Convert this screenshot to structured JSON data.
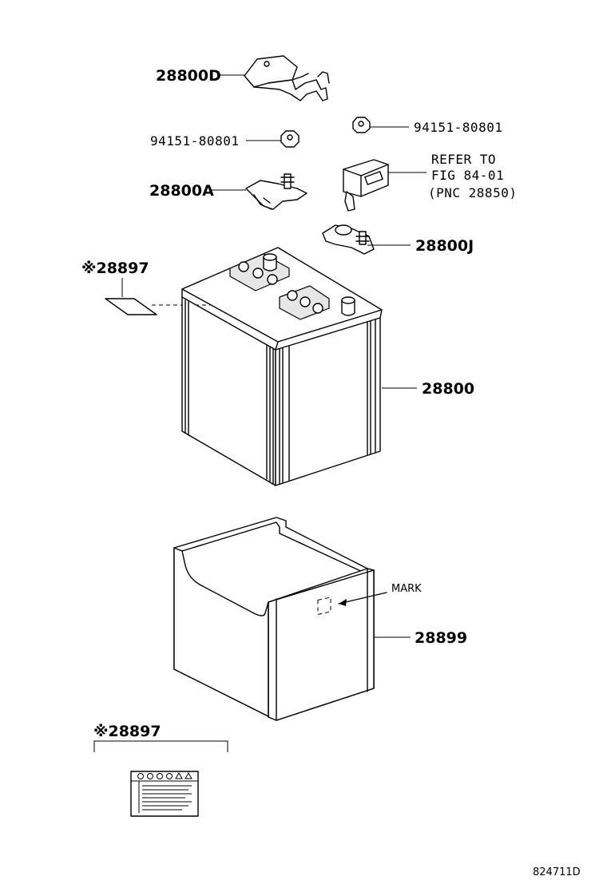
{
  "labels": {
    "bracket": "28800D",
    "nut_left": "94151-80801",
    "nut_right": "94151-80801",
    "clamp_neg": "28800A",
    "refer_line1": "REFER TO",
    "refer_line2": "FIG 84-01",
    "refer_line3": "(PNC 28850)",
    "clamp_pos": "28800J",
    "label_top": "※28897",
    "battery": "28800",
    "mark": "MARK",
    "tray": "28899",
    "label_bottom": "※28897",
    "figure_code": "824711D"
  }
}
